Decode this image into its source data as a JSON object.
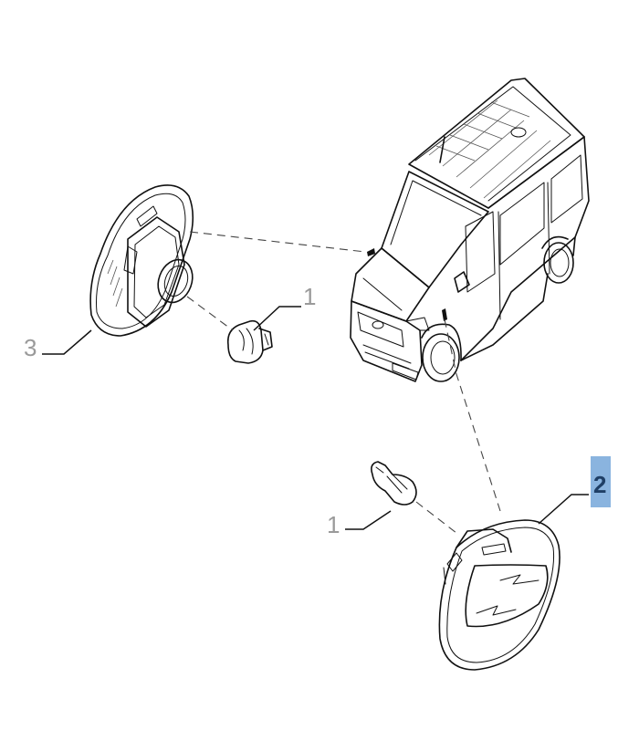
{
  "callouts": {
    "bulb_upper": "1",
    "bulb_lower": "1",
    "side_repeater": "2",
    "housing": "3"
  },
  "colors": {
    "highlight_bg": "#8ab4df",
    "highlight_text": "#1f3f66",
    "callout_grey": "#9a9a9a"
  }
}
